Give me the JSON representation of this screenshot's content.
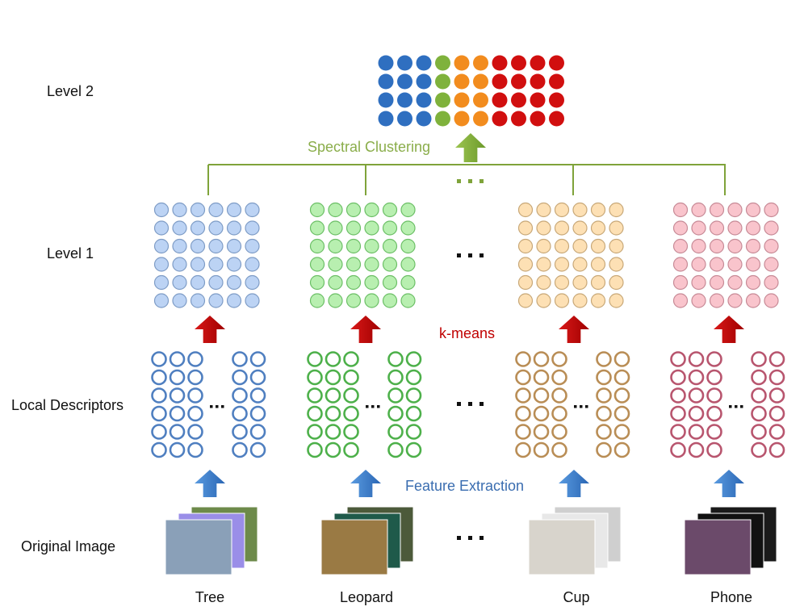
{
  "levels": {
    "level2": "Level 2",
    "level1": "Level 1",
    "local": "Local Descriptors",
    "original": "Original Image"
  },
  "steps": {
    "spectral": "Spectral Clustering",
    "kmeans": "k-means",
    "feature": "Feature Extraction"
  },
  "colors": {
    "spectral": "#7fa33a",
    "kmeans": "#c00000",
    "feature": "#2e6db4",
    "dots": "#111111"
  },
  "level2_grid": {
    "rows": 4,
    "column_colors": [
      "#2f6fc0",
      "#2f6fc0",
      "#2f6fc0",
      "#7fb23c",
      "#f28c1e",
      "#f28c1e",
      "#d10f0f",
      "#d10f0f",
      "#d10f0f",
      "#d10f0f"
    ]
  },
  "classes": [
    {
      "name": "Tree",
      "fill": "#bcd3f4",
      "stroke": "#7e9cc6",
      "ring": "#4f7fc0",
      "images": [
        "#6d8a4a",
        "#9a8ee8",
        "#8aa0b8"
      ]
    },
    {
      "name": "Leopard",
      "fill": "#b8efb0",
      "stroke": "#6cbf66",
      "ring": "#4db04a",
      "images": [
        "#4c5a3a",
        "#1f5a4a",
        "#9a7a44"
      ]
    },
    {
      "name": "Cup",
      "fill": "#fde0b4",
      "stroke": "#c8a878",
      "ring": "#b98d55",
      "images": [
        "#cfcfcf",
        "#e8e8e8",
        "#d8d4cc"
      ]
    },
    {
      "name": "Phone",
      "fill": "#f9c4cc",
      "stroke": "#c78a96",
      "ring": "#b8556e",
      "images": [
        "#1a1a1a",
        "#111111",
        "#6b4a6a"
      ]
    }
  ],
  "ellipsis": "..."
}
